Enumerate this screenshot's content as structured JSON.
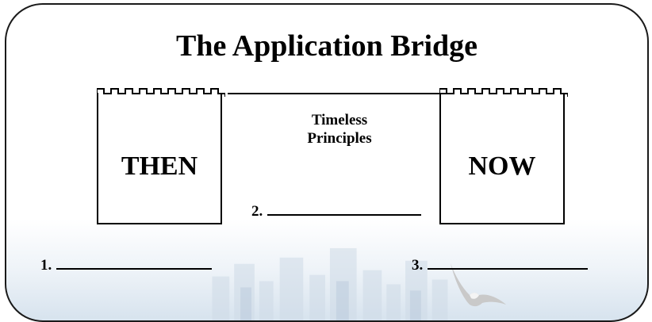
{
  "title": "The Application Bridge",
  "left_tower": {
    "label": "THEN"
  },
  "right_tower": {
    "label": "NOW"
  },
  "middle": {
    "label_line1": "Timeless",
    "label_line2": "Principles"
  },
  "blanks": [
    {
      "number": "1."
    },
    {
      "number": "2."
    },
    {
      "number": "3."
    }
  ],
  "colors": {
    "ink": "#000000",
    "background": "#ffffff",
    "sky_tint": "#d7e3ee"
  },
  "decorations": [
    "city-skyline-image",
    "bird-image"
  ]
}
